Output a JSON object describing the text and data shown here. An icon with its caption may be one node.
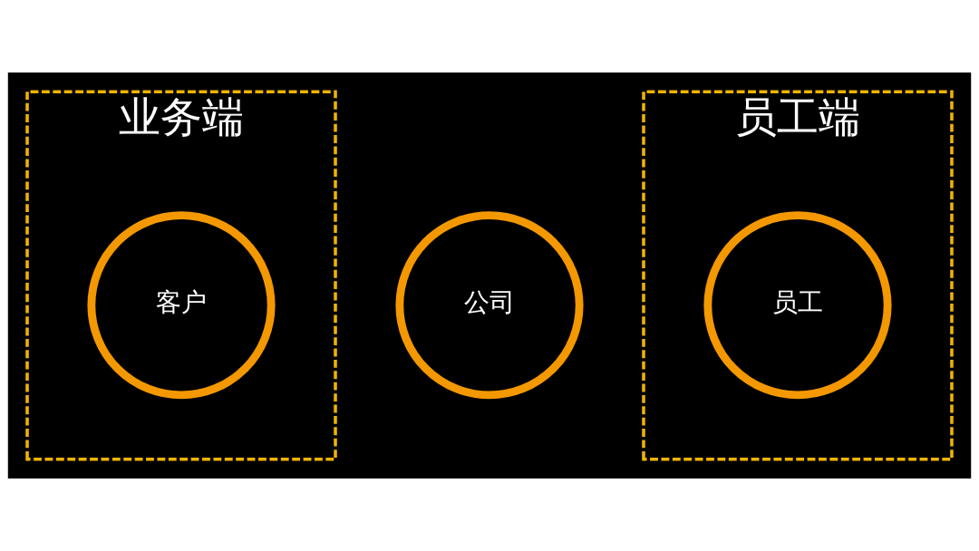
{
  "diagram": {
    "nodes": [
      {
        "text": [
          "业务端"
        ]
      },
      {
        "text": [
          "客户"
        ],
        "in": 0
      },
      {
        "text": [
          "公司"
        ]
      },
      {
        "text": [
          "员工端"
        ]
      },
      {
        "text": [
          "员工"
        ],
        "in": 3
      }
    ],
    "edges": []
  }
}
